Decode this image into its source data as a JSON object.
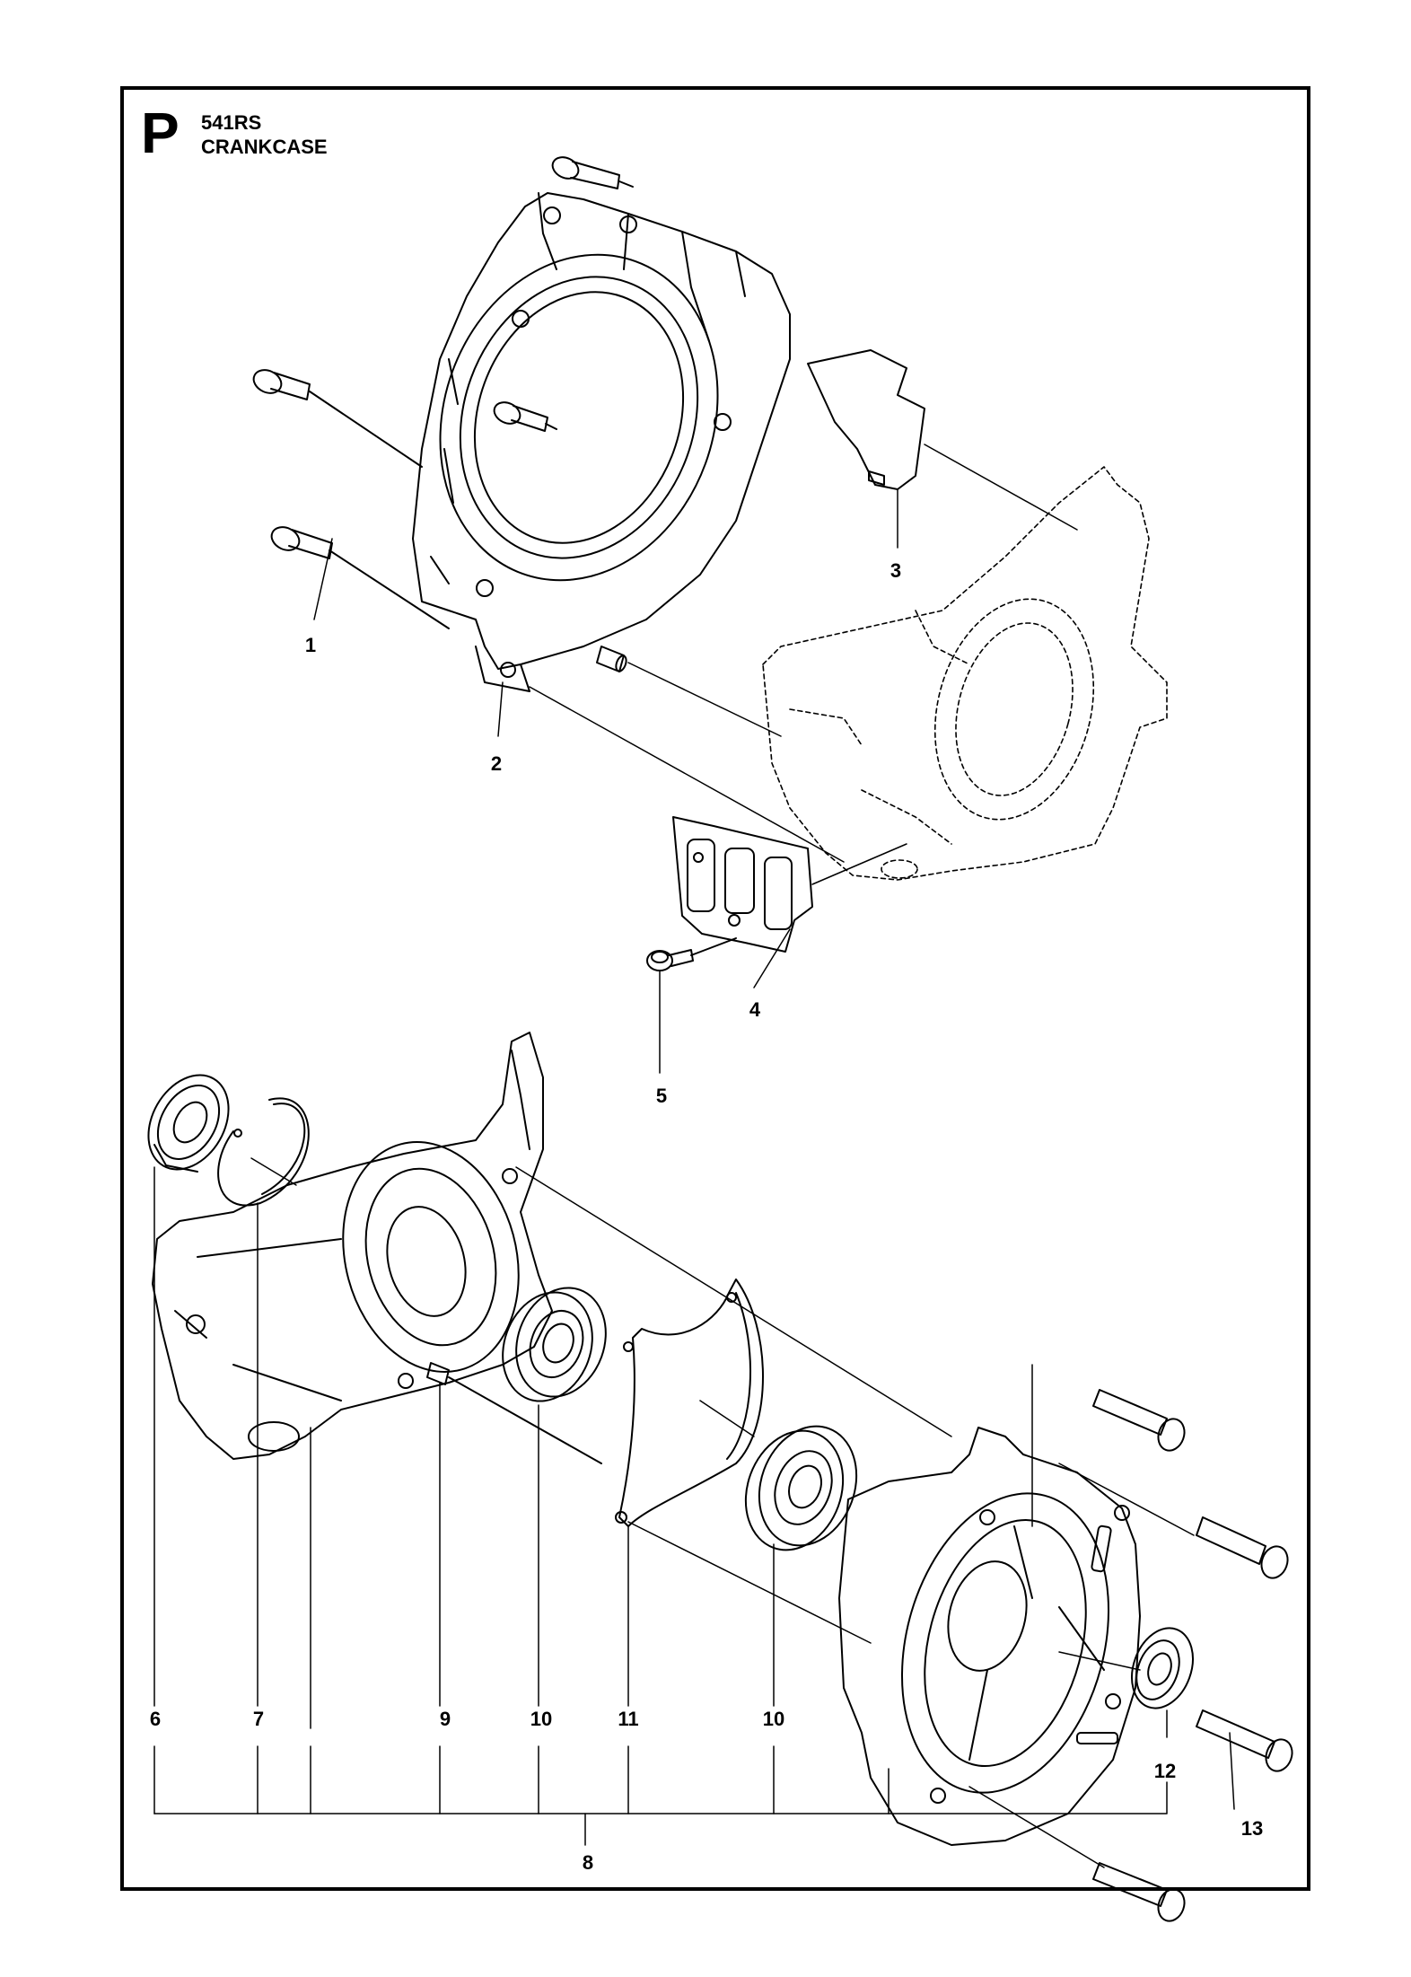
{
  "header": {
    "section_letter": "P",
    "model": "541RS",
    "title": "CRANKCASE"
  },
  "callouts": {
    "n1": "1",
    "n2": "2",
    "n3": "3",
    "n4": "4",
    "n5": "5",
    "n6": "6",
    "n7": "7",
    "n8": "8",
    "n9": "9",
    "n10a": "10",
    "n10b": "10",
    "n11": "11",
    "n12": "12",
    "n13": "13"
  },
  "colors": {
    "line": "#000000",
    "background": "#ffffff"
  }
}
